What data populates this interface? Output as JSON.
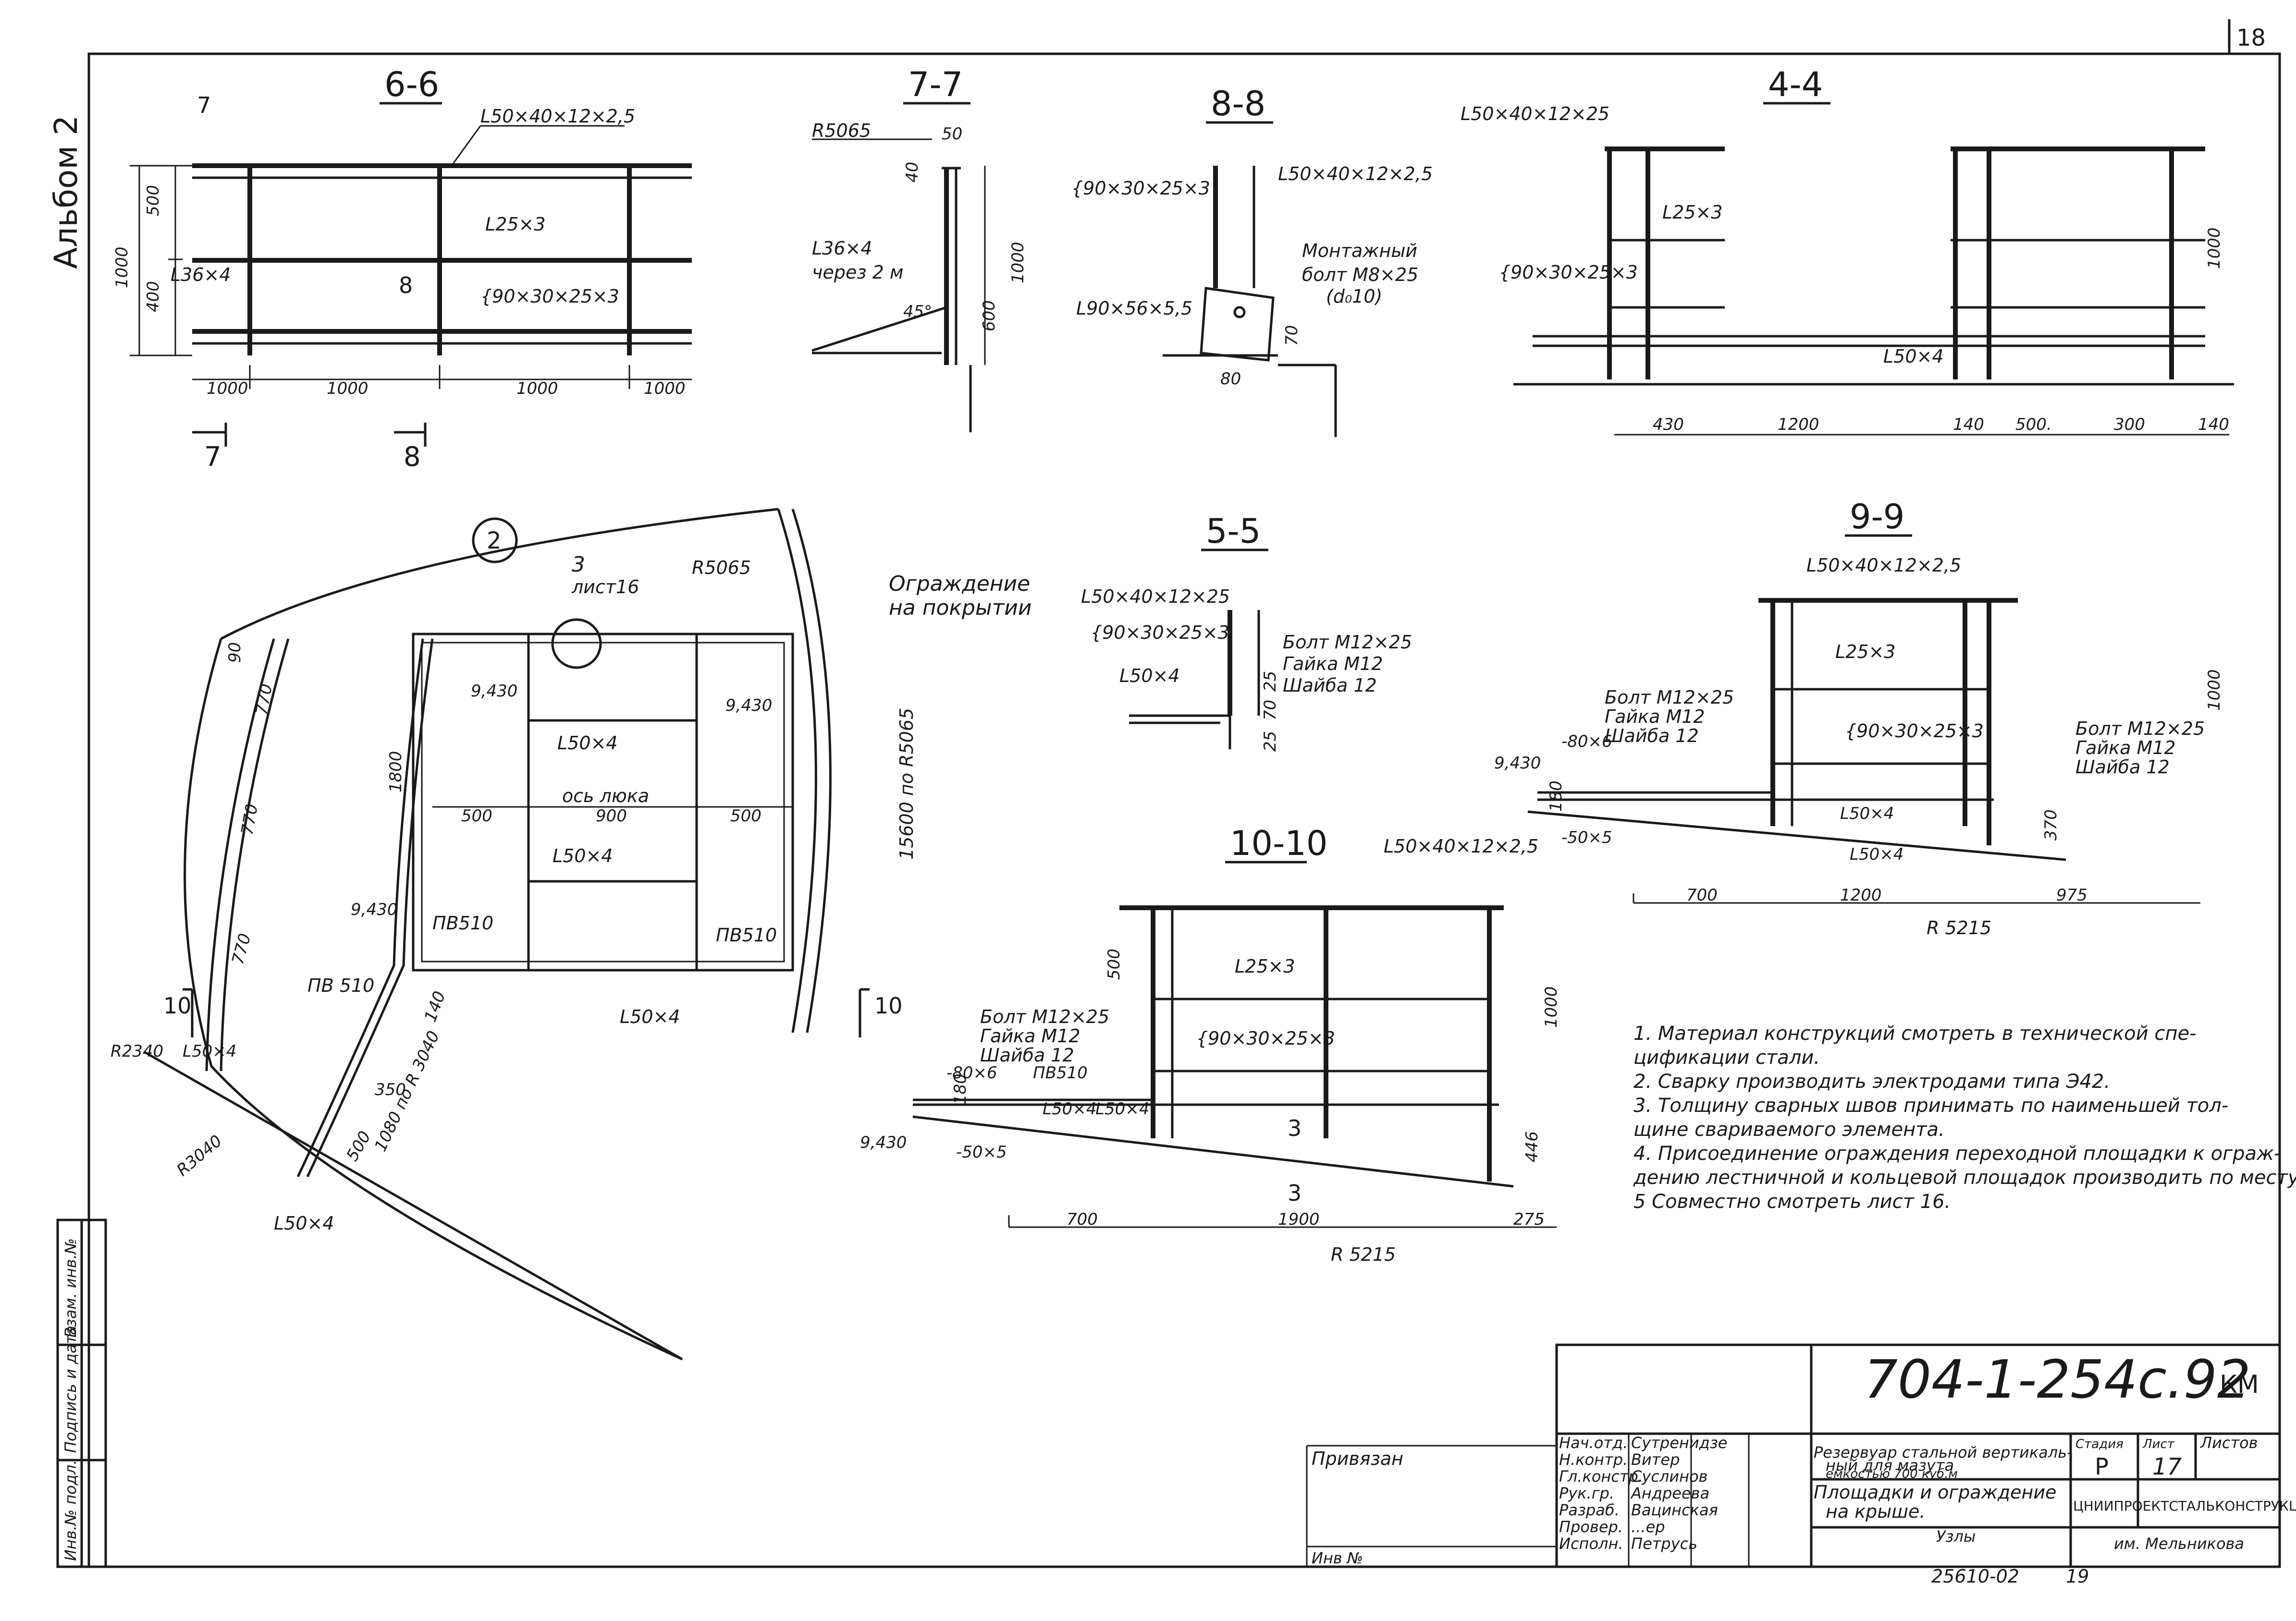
{
  "sheet_no": "18",
  "album": "Альбом 2",
  "sections": {
    "s66": {
      "title": "6-6",
      "top_rail": "L50×40×12×2,5",
      "mid_rail": "L25×3",
      "post": "L36×4",
      "toe": "{90×30×25×3",
      "h1": "500",
      "h2": "400",
      "h3": "1000",
      "d1": "1000",
      "d2": "1000",
      "d3": "1000",
      "d4": "1000",
      "cut7": "7",
      "cut8": "8"
    },
    "s77": {
      "title": "7-7",
      "r": "R5065",
      "t": "50",
      "h40": "40",
      "h600": "600",
      "h1000": "1000",
      "brace": "L36×4",
      "brace_note": "через 2 м",
      "ang": "45°"
    },
    "s88": {
      "title": "8-8",
      "a": "{90×30×25×3",
      "b": "L50×40×12×2,5",
      "c1": "Монтажный",
      "c2": "болт M8×25",
      "c3": "(d₀10)",
      "d": "L90×56×5,5",
      "v70": "70",
      "v80": "80"
    },
    "s44": {
      "title": "4-4",
      "a": "L50×40×12×25",
      "b": "L25×3",
      "c": "{90×30×25×3",
      "d": "L50×4",
      "h": "1000",
      "w1": "430",
      "w2": "1200",
      "w3": "140",
      "w4": "500.",
      "w5": "300",
      "w6": "140"
    },
    "s55": {
      "title": "5-5",
      "a": "L50×40×12×25",
      "b": "{90×30×25×3",
      "c": "L50×4",
      "d1": "Болт M12×25",
      "d2": "Гайка M12",
      "d3": "Шайба 12",
      "v25": "25",
      "v70": "70",
      "v25b": "25"
    },
    "s99": {
      "title": "9-9",
      "a": "L50×40×12×2,5",
      "b": "L25×3",
      "c": "{90×30×25×3",
      "e1": "Болт M12×25",
      "e2": "Гайка M12",
      "e3": "Шайба 12",
      "f1": "Болт M12×25",
      "f2": "Гайка M12",
      "f3": "Шайба 12",
      "g": "-80×6",
      "h": "-50×5",
      "i": "L50×4",
      "j": "L50×4",
      "lvl": "9,430",
      "v180": "180",
      "v1000": "1000",
      "v370": "370",
      "w1": "700",
      "w2": "1200",
      "w3": "975",
      "r": "R 5215"
    },
    "s1010": {
      "title": "10-10",
      "a": "L50×40×12×2,5",
      "b": "L25×3",
      "c": "{90×30×25×3",
      "d1": "Болт M12×25",
      "d2": "Гайка M12",
      "d3": "Шайба 12",
      "e": "-80×6",
      "f": "ПВ510",
      "g": "L50×4",
      "g2": "L50×4",
      "h": "-50×5",
      "lvl": "9,430",
      "v180": "180",
      "v500": "500",
      "v1000": "1000",
      "v446": "446",
      "w1": "700",
      "w2": "1900",
      "w3": "275",
      "r": "R 5215",
      "cut": "3"
    }
  },
  "plan": {
    "node": "2",
    "r5065": "R5065",
    "guard1": "Ограждение",
    "guard2": "на покрытии",
    "ref_n": "3",
    "ref_s": "лист16",
    "lvl": "9,430",
    "l1800": "1800",
    "axis": "ось люка",
    "l500a": "500",
    "l900": "900",
    "l500b": "500",
    "l50x4": "L50×4",
    "pv": "ПВ510",
    "pv2": "ПВ 510",
    "len": "15600 по R5065",
    "l770a": "770",
    "l770b": "770",
    "l770c": "770",
    "v90": "90",
    "r2340": "R2340",
    "r3040": "R3040",
    "arc": "1080 по R 3040",
    "l500c": "500",
    "l350": "350",
    "l140": "140",
    "cut10": "10"
  },
  "notes": [
    "1.  Материал конструкций смотреть в технической спе-",
    "цификации стали.",
    "2.  Сварку производить электродами типа Э42.",
    "3.  Толщину сварных швов принимать по наименьшей тол-",
    "щине свариваемого элемента.",
    "4.  Присоединение ограждения переходной площадки к ограж-",
    "дению лестничной и кольцевой площадок производить по месту.",
    "5  Совместно смотреть лист 16."
  ],
  "side": {
    "a": "Инв.№ подл.",
    "b": "Подпись и дата",
    "c": "Взам. инв.№"
  },
  "title_block": {
    "code": "704-1-254с.92",
    "mark": "КМ",
    "privyazan": "Привязан",
    "inv": "Инв №",
    "roles": [
      "Нач.отд.",
      "Н.контр.",
      "Гл.констр.",
      "Рук.гр.",
      "Разраб.",
      "Провер.",
      "Исполн."
    ],
    "names": [
      "Сутренидзе",
      "Витер",
      "Суслинов",
      "Андреева",
      "Вацинская",
      "...ер",
      "Петрусь"
    ],
    "desc1": "Резервуар стальной вертикаль-",
    "desc2": "ный для мазута",
    "desc3": "емкостью 700 куб.м",
    "sub1": "Площадки и ограждение",
    "sub2": "на крыше.",
    "sub3": "Узлы",
    "stage_h": "Стадия",
    "sheet_h": "Лист",
    "sheets_h": "Листов",
    "stage": "Р",
    "sheet": "17",
    "org1": "ЦНИИПРОЕКТСТАЛЬКОНСТРУКЦИЯ",
    "org2": "им. Мельникова",
    "bottom": "25610-02",
    "bottom2": "19"
  }
}
